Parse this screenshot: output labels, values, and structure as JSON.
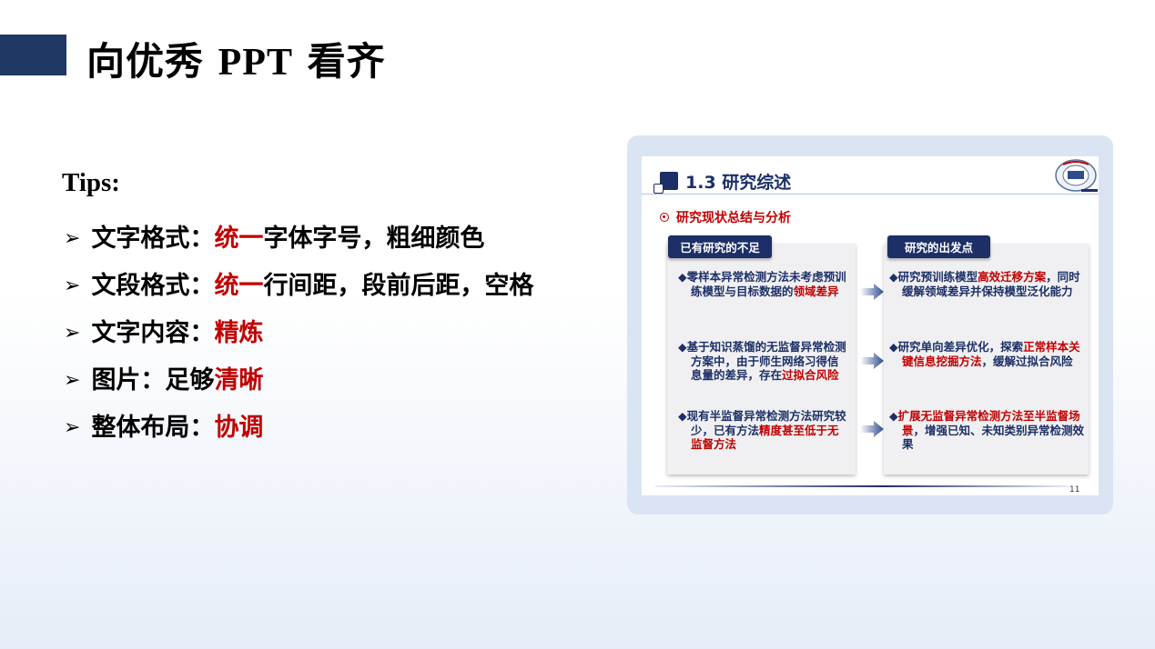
{
  "title": {
    "text": "向优秀",
    "latin": "PPT",
    "tail": "看齐"
  },
  "tips": {
    "label": "Tips:",
    "items": [
      {
        "key": "文字格式：",
        "red": "统一",
        "rest": "字体字号，粗细颜色"
      },
      {
        "key": "文段格式：",
        "red": "统一",
        "rest": "行间距，段前后距，空格"
      },
      {
        "key": "文字内容：",
        "red": "精炼",
        "rest": ""
      },
      {
        "key": "图片：足够",
        "red": "清晰",
        "rest": ""
      },
      {
        "key": "整体布局：",
        "red": "协调",
        "rest": ""
      }
    ]
  },
  "slide": {
    "title": "1.3 研究综述",
    "subtitle": "研究现状总结与分析",
    "page": "11",
    "left_tab": "已有研究的不足",
    "right_tab": "研究的出发点",
    "left": [
      {
        "a": "零样本异常检测方法未考虑预训练模型与目标数据的",
        "r": "领域差异",
        "b": ""
      },
      {
        "a": "基于知识蒸馏的无监督异常检测方案中，由于师生网络习得信息量的差异，存在",
        "r": "过拟合风险",
        "b": ""
      },
      {
        "a": "现有半监督异常检测方法研究较少，已有方法",
        "r": "精度甚至低于无监督方法",
        "b": ""
      }
    ],
    "right": [
      {
        "a": "研究预训练模型",
        "r": "高效迁移方案",
        "b": "，同时缓解领域差异并保持模型泛化能力"
      },
      {
        "a": "研究单向差异优化，探索",
        "r": "正常样本关键信息挖掘方法",
        "b": "，缓解过拟合风险"
      },
      {
        "a": "",
        "r": "扩展无监督异常检测方法至半监督场景",
        "b": "，增强已知、未知类别异常检测效果"
      }
    ]
  },
  "colors": {
    "navy": "#1c2f66",
    "red": "#c00000",
    "panel": "#dbe4f3"
  }
}
